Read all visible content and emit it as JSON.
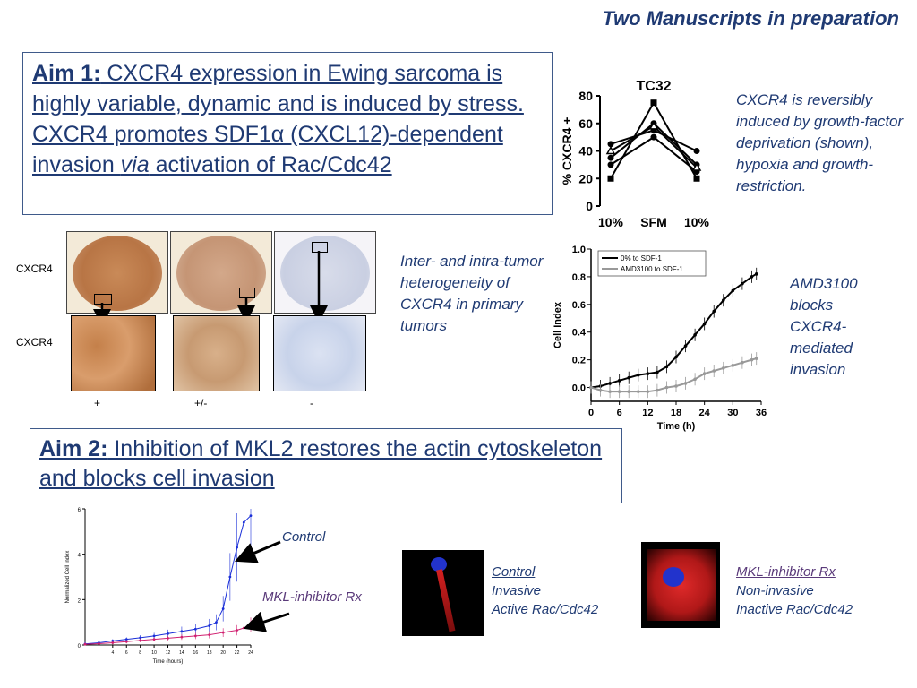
{
  "header": {
    "title": "Two Manuscripts in preparation"
  },
  "aim1": {
    "prefix": "Aim 1:",
    "text_a": " CXCR4 expression in Ewing sarcoma is highly variable, dynamic and is induced by stress. CXCR4 promotes SDF1α (CXCL12)-dependent invasion ",
    "via": "via",
    "text_b": " activation of Rac/Cdc42"
  },
  "aim2": {
    "prefix": "Aim 2:",
    "text": " Inhibition of MKL2 restores the actin cytoskeleton and blocks cell invasion"
  },
  "tc32_caption": "CXCR4 is reversibly induced by growth-factor deprivation (shown), hypoxia and growth-restriction.",
  "heterogeneity_caption": "Inter- and intra-tumor heterogeneity of CXCR4 in primary tumors",
  "amd_caption": "AMD3100 blocks CXCR4-mediated invasion",
  "ihc": {
    "row_label_top": "CXCR4",
    "row_label_bottom": "CXCR4",
    "scores": [
      "+",
      "+/-",
      "-"
    ]
  },
  "micro_control": {
    "line1": "Control",
    "line2": "Invasive",
    "line3": "Active Rac/Cdc42"
  },
  "micro_mkl": {
    "line1": "MKL-inhibitor Rx",
    "line2": "Non-invasive",
    "line3": "Inactive Rac/Cdc42"
  },
  "growth_labels": {
    "control": "Control",
    "mkl": "MKL-inhibitor Rx"
  },
  "colors": {
    "navy": "#1f3a73",
    "purple": "#5a3a7a",
    "control_series": "#1a2fd8",
    "mkl_series": "#d02070"
  },
  "chart_data": [
    {
      "type": "line",
      "title": "TC32",
      "ylabel": "% CXCR4 +",
      "categories": [
        "10%",
        "SFM",
        "10%"
      ],
      "ylim": [
        0,
        80
      ],
      "yticks": [
        0,
        20,
        40,
        60,
        80
      ],
      "series": [
        {
          "marker": "circle",
          "values": [
            45,
            55,
            40
          ]
        },
        {
          "marker": "circle",
          "values": [
            35,
            60,
            30
          ]
        },
        {
          "marker": "circle",
          "values": [
            30,
            50,
            25
          ]
        },
        {
          "marker": "square",
          "values": [
            20,
            75,
            20
          ]
        },
        {
          "marker": "triangle",
          "values": [
            40,
            58,
            28
          ]
        }
      ]
    },
    {
      "type": "line",
      "xlabel": "Time (h)",
      "ylabel": "Cell Index",
      "xlim": [
        0,
        36
      ],
      "ylim": [
        -0.1,
        1.0
      ],
      "xticks": [
        0,
        6,
        12,
        18,
        24,
        30,
        36
      ],
      "yticks": [
        0.0,
        0.2,
        0.4,
        0.6,
        0.8,
        1.0
      ],
      "series": [
        {
          "name": "0% to SDF-1",
          "color": "#000000",
          "x": [
            0,
            2,
            4,
            6,
            8,
            10,
            12,
            14,
            16,
            18,
            20,
            22,
            24,
            26,
            28,
            30,
            32,
            34,
            35
          ],
          "y": [
            0.0,
            0.01,
            0.03,
            0.05,
            0.07,
            0.09,
            0.1,
            0.11,
            0.15,
            0.22,
            0.3,
            0.38,
            0.46,
            0.55,
            0.63,
            0.7,
            0.75,
            0.8,
            0.82
          ]
        },
        {
          "name": "AMD3100 to SDF-1",
          "color": "#999999",
          "x": [
            0,
            2,
            4,
            6,
            8,
            10,
            12,
            14,
            16,
            18,
            20,
            22,
            24,
            26,
            28,
            30,
            32,
            34,
            35
          ],
          "y": [
            0.0,
            -0.02,
            -0.03,
            -0.03,
            -0.03,
            -0.03,
            -0.03,
            -0.02,
            0.0,
            0.01,
            0.03,
            0.06,
            0.1,
            0.12,
            0.14,
            0.16,
            0.18,
            0.2,
            0.21
          ]
        }
      ]
    },
    {
      "type": "line",
      "xlabel": "Time (hours)",
      "ylabel": "Normalized Cell Index",
      "xlim": [
        0,
        24
      ],
      "ylim": [
        0,
        6
      ],
      "xticks": [
        4,
        6,
        8,
        10,
        12,
        14,
        16,
        18,
        20,
        22,
        24
      ],
      "yticks": [
        0,
        2,
        4,
        6
      ],
      "series": [
        {
          "name": "Control",
          "color": "#1a2fd8",
          "x": [
            0,
            2,
            4,
            6,
            8,
            10,
            12,
            14,
            16,
            18,
            19,
            20,
            21,
            22,
            23,
            24
          ],
          "y": [
            0.05,
            0.1,
            0.18,
            0.25,
            0.32,
            0.4,
            0.5,
            0.6,
            0.7,
            0.85,
            1.0,
            1.6,
            3.0,
            4.3,
            5.4,
            5.7
          ]
        },
        {
          "name": "MKL-inhibitor Rx",
          "color": "#d02070",
          "x": [
            0,
            2,
            4,
            6,
            8,
            10,
            12,
            14,
            16,
            18,
            20,
            22,
            23,
            24
          ],
          "y": [
            0.03,
            0.06,
            0.1,
            0.15,
            0.2,
            0.25,
            0.3,
            0.35,
            0.4,
            0.45,
            0.55,
            0.65,
            0.75,
            0.9
          ]
        }
      ]
    }
  ]
}
